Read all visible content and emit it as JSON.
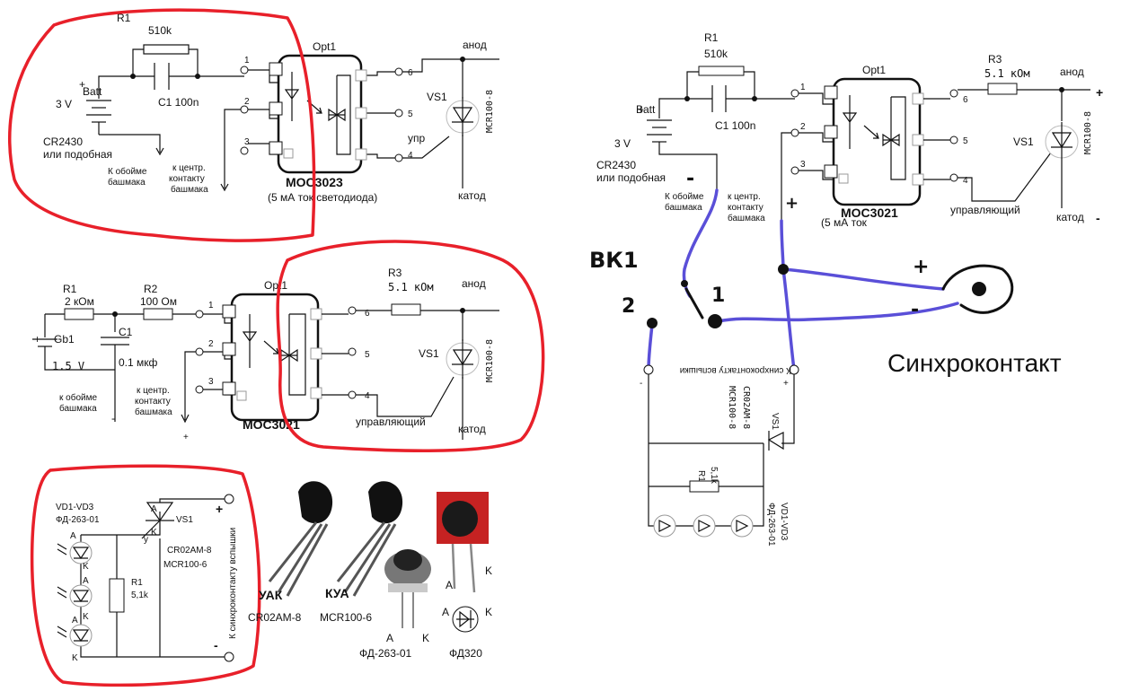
{
  "circuit1": {
    "r1_ref": "R1",
    "r1_val": "510k",
    "c1": "C1 100n",
    "batt": "Batt",
    "batt_v": "3 V",
    "cell1": "CR2430",
    "cell2": "или подобная",
    "opt": "Opt1",
    "pin1": "1",
    "pin2": "2",
    "pin3": "3",
    "pin4": "4",
    "pin5": "5",
    "pin6": "6",
    "anode": "анод",
    "cathode": "катод",
    "vs1": "VS1",
    "upr": "упр",
    "mcr": "MCR100-8",
    "shoe1": "К обойме",
    "shoe2": "башмака",
    "center1": "к центр.",
    "center2": "контакту",
    "center3": "башмака",
    "chip": "MOC3023",
    "note": "(5 мА ток светодиода)"
  },
  "circuit2": {
    "r1_ref": "R1",
    "r1_val": "2 кОм",
    "r2_ref": "R2",
    "r2_val": "100 Ом",
    "c1_ref": "C1",
    "c1_val": "0.1 мкф",
    "gb1": "Gb1",
    "gb1_v": "1.5 V",
    "plus": "+",
    "minus": "-",
    "shoe1": "к обойме",
    "shoe2": "башмака",
    "center1": "к центр.",
    "center2": "контакту",
    "center3": "башмака",
    "opt": "Opt1",
    "pin1": "1",
    "pin2": "2",
    "pin3": "3",
    "pin4": "4",
    "pin5": "5",
    "pin6": "6",
    "r3_ref": "R3",
    "r3_val": "5.1 кОм",
    "anode": "анод",
    "cathode": "катод",
    "vs1": "VS1",
    "mcr": "MCR100-8",
    "ctrl": "управляющий",
    "chip": "MOC3021"
  },
  "circuit3": {
    "vd": "VD1-VD3",
    "vd_type": "ФД-263-01",
    "a": "A",
    "k": "K",
    "y": "y",
    "vs1": "VS1",
    "cr": "CR02AM-8",
    "mcr": "MCR100-6",
    "r1_ref": "R1",
    "r1_val": "5,1k",
    "plus": "+",
    "minus": "-",
    "sync": "К синхроконтакту вспышки"
  },
  "components": {
    "t1_pins": "УАК",
    "t1_name": "CR02AM-8",
    "t2_pins": "КУА",
    "t2_name": "MCR100-6",
    "fd263": "ФД-263-01",
    "fd263_a": "A",
    "fd263_k": "K",
    "fd320": "ФД320",
    "fd320_a": "A",
    "fd320_k": "K"
  },
  "right": {
    "r1_ref": "R1",
    "r1_val": "510k",
    "c1": "C1 100n",
    "batt": "Batt",
    "batt_v": "3 V",
    "cell1": "CR2430",
    "cell2": "или подобная",
    "opt": "Opt1",
    "pin1": "1",
    "pin2": "2",
    "pin3": "3",
    "pin4": "4",
    "pin5": "5",
    "pin6": "6",
    "r3_ref": "R3",
    "r3_val": "5.1 кОм",
    "anode": "анод",
    "cathode": "катод",
    "plus": "+",
    "minus": "-",
    "vs1": "VS1",
    "mcr": "MCR100-8",
    "shoe1": "К обойме",
    "shoe2": "башмака",
    "center1": "к центр.",
    "center2": "контакту",
    "center3": "башмака",
    "chip": "MOC3021",
    "note": "(5 мА ток",
    "ctrl": "управляющий",
    "bk1": "ВК1",
    "sw2": "2",
    "sw1": "1",
    "sync": "Синхроконтакт",
    "mirror_sync": "К синхроконтакту вспышки",
    "mirror_mcr": "MCR100-8",
    "mirror_cr": "CR02AM-8",
    "mirror_vs": "VS1",
    "mirror_r": "R1",
    "mirror_rv": "5,1k",
    "mirror_vd": "ФД-263-01",
    "mirror_vd2": "VD1-VD3"
  }
}
